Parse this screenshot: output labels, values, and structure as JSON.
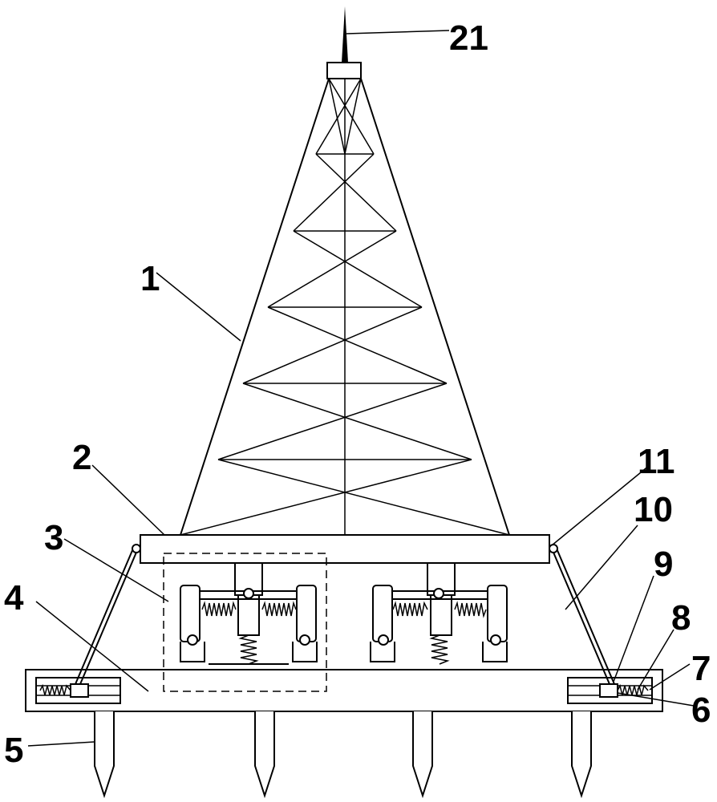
{
  "diagram": {
    "labels": {
      "l1": "1",
      "l2": "2",
      "l3": "3",
      "l4": "4",
      "l5": "5",
      "l6": "6",
      "l7": "7",
      "l8": "8",
      "l9": "9",
      "l10": "10",
      "l11": "11",
      "l21": "21"
    }
  }
}
